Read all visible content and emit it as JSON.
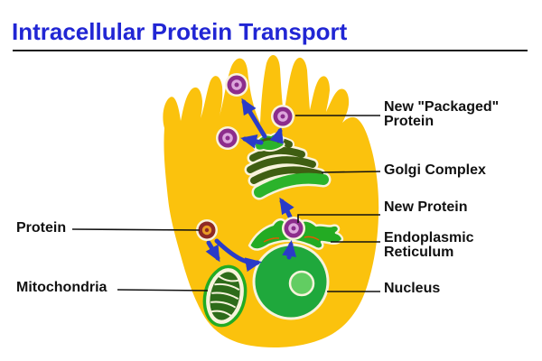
{
  "title": "Intracellular Protein Transport",
  "labels": {
    "protein": "Protein",
    "mitochondria": "Mitochondria",
    "new_packaged_protein_line1": "New \"Packaged\"",
    "new_packaged_protein_line2": "Protein",
    "golgi_complex": "Golgi Complex",
    "new_protein": "New Protein",
    "er_line1": "Endoplasmic",
    "er_line2": "Reticulum",
    "nucleus": "Nucleus"
  },
  "colors": {
    "title_blue": "#2126D4",
    "label_black": "#111111",
    "cell_yellow": "#FBC20D",
    "outline_cream": "#F8F3DC",
    "nucleus_green": "#1FA83C",
    "nucleolus_green": "#62CD62",
    "organelle_green": "#23AB23",
    "golgi_dark": "#3F5E12",
    "golgi_green": "#2BB32B",
    "mito_inner_dark": "#2E6B1A",
    "er_accent_orange": "#E25A00",
    "arrow_blue": "#2A3BC8",
    "vesicle_purple": "#8C2D8C",
    "vesicle_pink": "#DCA6DC",
    "protein_maroon": "#8E2A24",
    "protein_orange": "#E89B25"
  }
}
